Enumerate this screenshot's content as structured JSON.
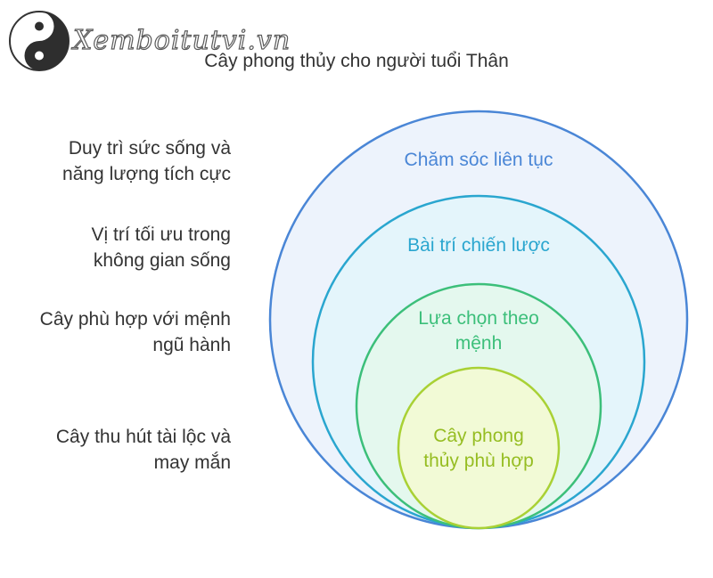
{
  "watermark": {
    "text": "Xemboitutvi.vn",
    "icon": "yin-yang-icon"
  },
  "title": "Cây phong thủy cho người tuổi Thân",
  "side_labels": [
    [
      "Duy trì sức sống và",
      "năng lượng tích cực"
    ],
    [
      "Vị trí tối ưu trong",
      "không gian sống"
    ],
    [
      "Cây phù hợp với mệnh",
      "ngũ hành"
    ],
    [
      "Cây thu hút tài lộc và",
      "may mắn"
    ]
  ],
  "rings": [
    {
      "lines": [
        "Chăm sóc liên tục"
      ],
      "stroke": "#4a86d6",
      "fill": "#edf3fc",
      "text": "#4a86d6"
    },
    {
      "lines": [
        "Bài trí chiến lược"
      ],
      "stroke": "#2aa6cf",
      "fill": "#e4f5fb",
      "text": "#2aa6cf"
    },
    {
      "lines": [
        "Lựa chọn theo",
        "mệnh"
      ],
      "stroke": "#3cbf7a",
      "fill": "#e4f8ee",
      "text": "#3cbf7a"
    },
    {
      "lines": [
        "Cây phong",
        "thủy phù hợp"
      ],
      "stroke": "#a9d135",
      "fill": "#f2fad6",
      "text": "#96bd22"
    }
  ]
}
